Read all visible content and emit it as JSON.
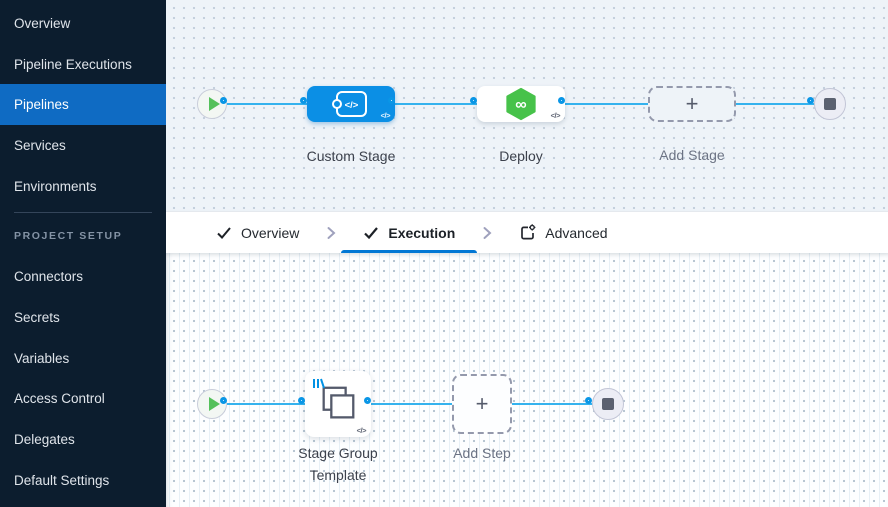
{
  "sidebar": {
    "items": [
      {
        "label": "Overview",
        "selected": false
      },
      {
        "label": "Pipeline Executions",
        "selected": false
      },
      {
        "label": "Pipelines",
        "selected": true
      },
      {
        "label": "Services",
        "selected": false
      },
      {
        "label": "Environments",
        "selected": false
      }
    ],
    "section_title": "PROJECT SETUP",
    "setup_items": [
      {
        "label": "Connectors"
      },
      {
        "label": "Secrets"
      },
      {
        "label": "Variables"
      },
      {
        "label": "Access Control"
      },
      {
        "label": "Delegates"
      },
      {
        "label": "Default Settings"
      }
    ]
  },
  "stage_canvas": {
    "custom_stage": {
      "label": "Custom Stage",
      "code_badge": "</>"
    },
    "deploy_stage": {
      "label": "Deploy",
      "code_badge": "</>"
    },
    "add_stage": {
      "label": "Add Stage",
      "plus": "+"
    }
  },
  "tabs": {
    "overview": "Overview",
    "execution": "Execution",
    "advanced": "Advanced"
  },
  "execution_canvas": {
    "stage_group": {
      "label": "Stage Group Template",
      "code_badge": "</>"
    },
    "add_step": {
      "label": "Add Step",
      "plus": "+"
    }
  },
  "icons": {
    "deploy_glyph": "∞"
  },
  "colors": {
    "sidebar_bg": "#0c1d2e",
    "nav_selected_bg": "#0f6bc3",
    "stage_node_blue": "#0b8fe5",
    "deploy_green": "#47c24a",
    "connector_line": "#34b2ee",
    "port_ring": "#0a96e6",
    "tab_underline": "#0277d4",
    "play_green": "#55c15b"
  }
}
